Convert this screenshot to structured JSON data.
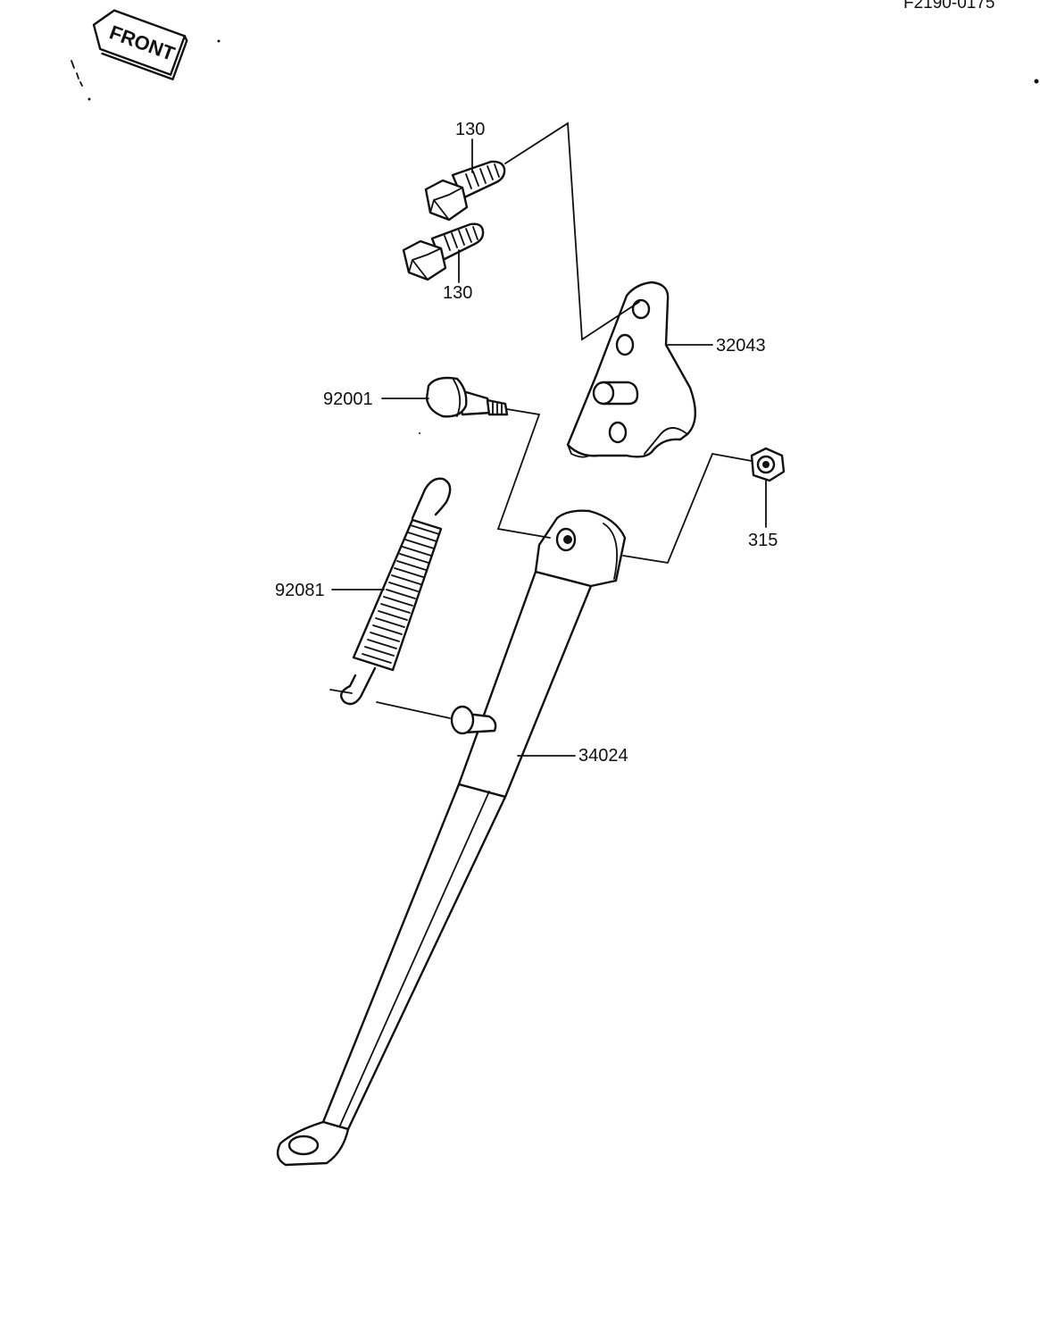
{
  "drawing_code": "F2190-0175",
  "front_label": "FRONT",
  "parts": {
    "bolt_upper": "130",
    "bolt_lower": "130",
    "bracket": "32043",
    "pivot_bolt": "92001",
    "nut": "315",
    "spring": "92081",
    "stand": "34024"
  },
  "colors": {
    "ink": "#111111",
    "paper": "#ffffff"
  }
}
